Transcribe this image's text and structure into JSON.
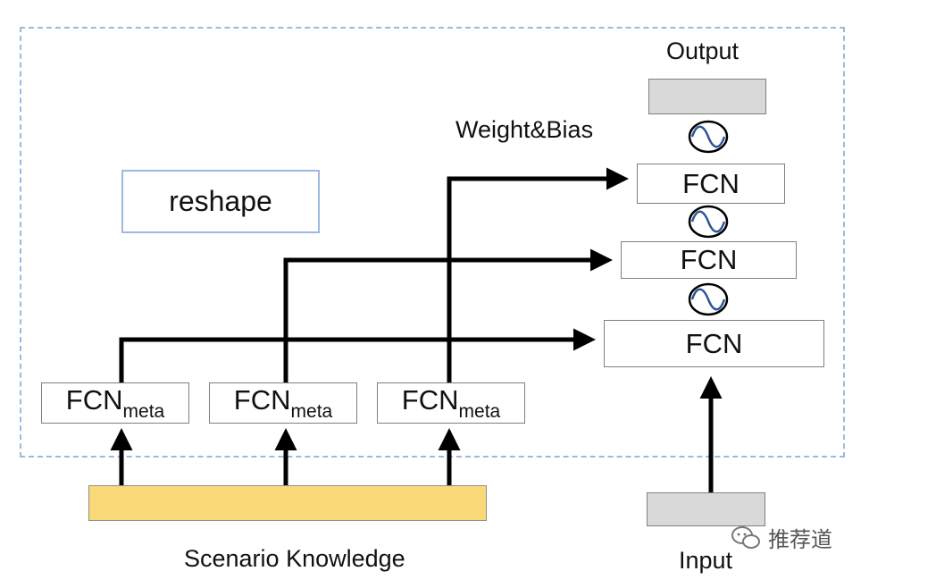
{
  "diagram": {
    "output_label": "Output",
    "input_label": "Input",
    "weight_bias_label": "Weight&Bias",
    "reshape_label": "reshape",
    "scenario_label": "Scenario Knowledge",
    "fcn_label": "FCN",
    "meta_base": "FCN",
    "meta_sub": "meta",
    "watermark": "推荐道"
  },
  "colors": {
    "dashed_border": "#9fb8df",
    "yellow_bar": "#f9d978",
    "gray_box": "#d9d9d9",
    "sine_wave": "#2f5597"
  },
  "icons": [
    "sine-wave-icon",
    "chat-bubble-icon"
  ]
}
